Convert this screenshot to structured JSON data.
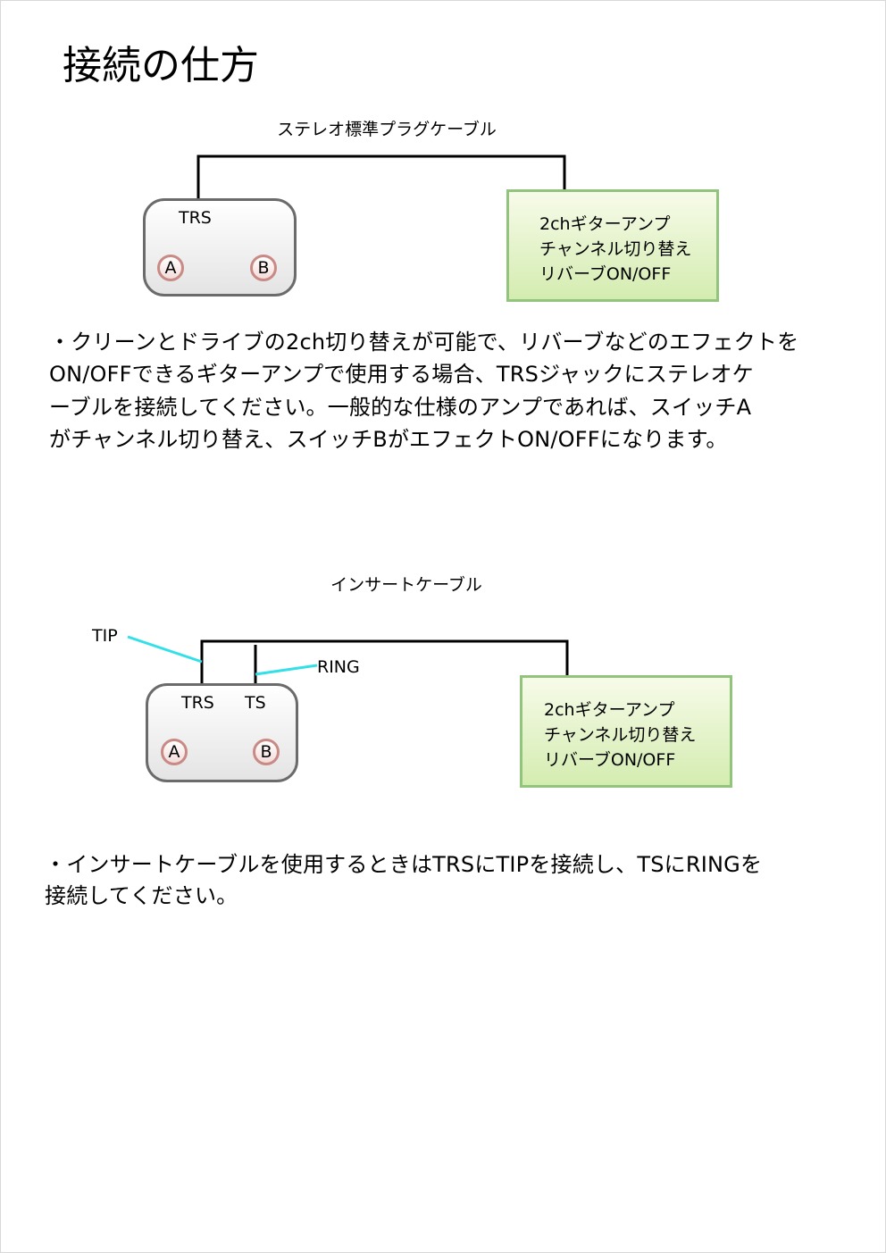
{
  "title": "接続の仕方",
  "diagram1": {
    "caption": "ステレオ標準プラグケーブル",
    "unit_jack": "TRS",
    "switch_a": "A",
    "switch_b": "B",
    "amp_lines": [
      "2chギターアンプ",
      "チャンネル切り替え",
      "リバーブON/OFF"
    ],
    "colors": {
      "cable": "#000000",
      "amp_border": "#93c47d",
      "switch_border": "#c98a86"
    }
  },
  "paragraph1": [
    "・クリーンとドライブの2ch切り替えが可能で、リバーブなどのエフェクトを",
    "ON/OFFできるギターアンプで使用する場合、TRSジャックにステレオケ",
    "ーブルを接続してください。一般的な仕様のアンプであれば、スイッチA",
    "がチャンネル切り替え、スイッチBがエフェクトON/OFFになります。"
  ],
  "diagram2": {
    "caption": "インサートケーブル",
    "tip_label": "TIP",
    "ring_label": "RING",
    "unit_jack_1": "TRS",
    "unit_jack_2": "TS",
    "switch_a": "A",
    "switch_b": "B",
    "amp_lines": [
      "2chギターアンプ",
      "チャンネル切り替え",
      "リバーブON/OFF"
    ],
    "colors": {
      "leader": "#33e0e8"
    }
  },
  "paragraph2": [
    "・インサートケーブルを使用するときはTRSにTIPを接続し、TSにRINGを",
    "接続してください。"
  ]
}
